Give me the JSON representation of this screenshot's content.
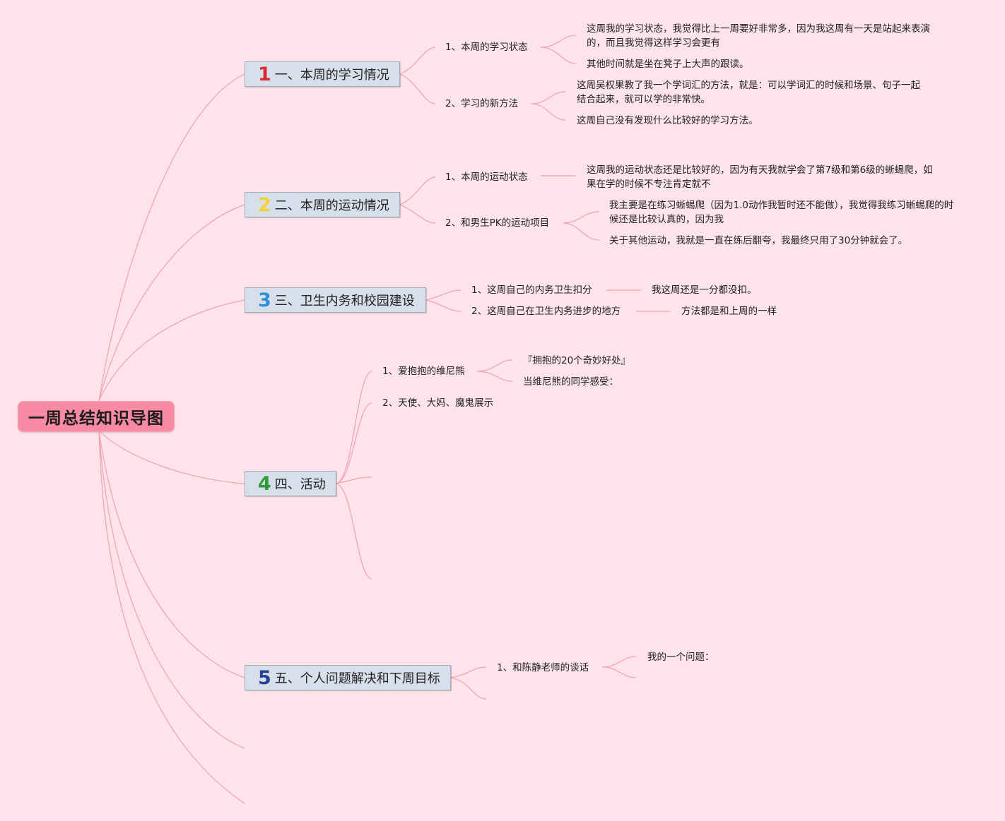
{
  "root": {
    "title": "一周总结知识导图"
  },
  "branches": [
    {
      "number": "1",
      "number_color": "#d62a35",
      "label": "一、本周的学习情况",
      "items": [
        {
          "label": "1、本周的学习状态",
          "details": [
            "这周我的学习状态，我觉得比上一周要好非常多，因为我这周有一天是站起来表演的，而且我觉得这样学习会更有",
            "其他时间就是坐在凳子上大声的跟读。"
          ]
        },
        {
          "label": "2、学习的新方法",
          "details": [
            "这周吴权果教了我一个学词汇的方法，就是：可以学词汇的时候和场景、句子一起结合起来，就可以学的非常快。",
            "这周自己没有发现什么比较好的学习方法。"
          ]
        }
      ]
    },
    {
      "number": "2",
      "number_color": "#f3d33c",
      "label": "二、本周的运动情况",
      "items": [
        {
          "label": "1、本周的运动状态",
          "details": [
            "这周我的运动状态还是比较好的，因为有天我就学会了第7级和第6级的蜥蜴爬，如果在学的时候不专注肯定就不"
          ]
        },
        {
          "label": "2、和男生PK的运动项目",
          "details": [
            "我主要是在练习蜥蜴爬（因为1.0动作我暂时还不能做），我觉得我练习蜥蜴爬的时候还是比较认真的，因为我",
            "关于其他运动，我就是一直在练后翻夸，我最终只用了30分钟就会了。"
          ]
        }
      ]
    },
    {
      "number": "3",
      "number_color": "#2d8fd6",
      "label": "三、卫生内务和校园建设",
      "items": [
        {
          "label": "1、这周自己的内务卫生扣分",
          "details": [
            "我这周还是一分都没扣。"
          ]
        },
        {
          "label": "2、这周自己在卫生内务进步的地方",
          "details": [
            "方法都是和上周的一样"
          ]
        }
      ]
    },
    {
      "number": "4",
      "number_color": "#2e9a3a",
      "label": "四、活动",
      "items": [
        {
          "label": "1、爱抱抱的维尼熊",
          "details": [
            "『拥抱的20个奇妙好处』",
            "当维尼熊的同学感受："
          ]
        },
        {
          "label": "2、天使、大妈、魔鬼展示",
          "details": []
        }
      ]
    },
    {
      "number": "5",
      "number_color": "#2a3f8f",
      "label": "五、个人问题解决和下周目标",
      "items": [
        {
          "label": "1、和陈静老师的谈话",
          "details": [
            "我的一个问题："
          ]
        }
      ]
    }
  ],
  "colors": {
    "background": "#fde3ea",
    "link": "#f2a0b5",
    "root_fill": "#f98aa3",
    "branch_fill": "#d7e0ea"
  }
}
